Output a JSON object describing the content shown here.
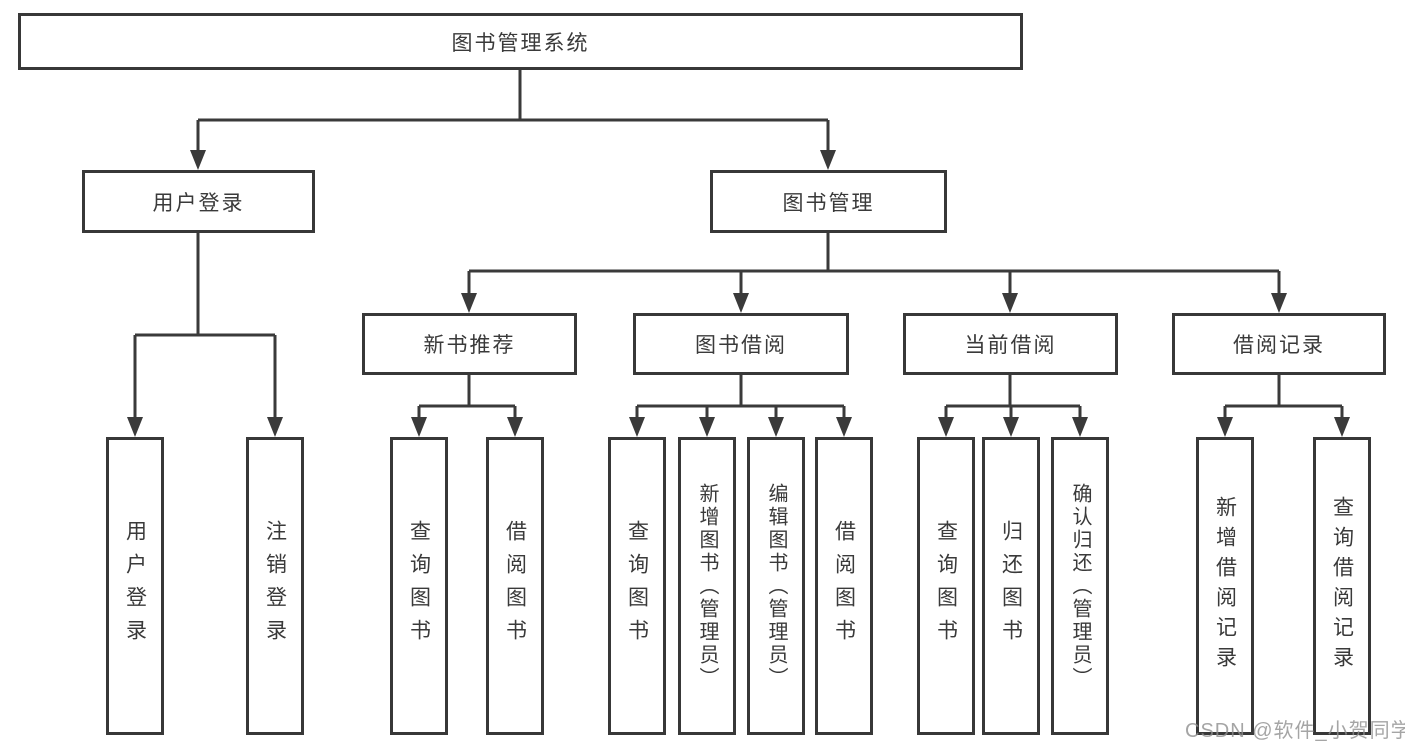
{
  "diagram_type": "hierarchy-flowchart",
  "hierarchy": {
    "label": "图书管理系统",
    "children": [
      {
        "label": "用户登录",
        "children": [
          {
            "label": "用户登录"
          },
          {
            "label": "注销登录"
          }
        ]
      },
      {
        "label": "图书管理",
        "children": [
          {
            "label": "新书推荐",
            "children": [
              {
                "label": "查询图书"
              },
              {
                "label": "借阅图书"
              }
            ]
          },
          {
            "label": "图书借阅",
            "children": [
              {
                "label": "查询图书"
              },
              {
                "label": "新增图书（管理员）"
              },
              {
                "label": "编辑图书（管理员）"
              },
              {
                "label": "借阅图书"
              }
            ]
          },
          {
            "label": "当前借阅",
            "children": [
              {
                "label": "查询图书"
              },
              {
                "label": "归还图书"
              },
              {
                "label": "确认归还（管理员）"
              }
            ]
          },
          {
            "label": "借阅记录",
            "children": [
              {
                "label": "新增借阅记录"
              },
              {
                "label": "查询借阅记录"
              }
            ]
          }
        ]
      }
    ]
  },
  "watermark": {
    "text": "CSDN @软件_小贺同学"
  },
  "colors": {
    "background": "#ffffff",
    "box_border": "#383838",
    "connector_line": "#3a3a3a",
    "arrowhead": "#3a3a3a",
    "text": "#3a3a3a",
    "watermark_text": "#8f8f8f"
  }
}
